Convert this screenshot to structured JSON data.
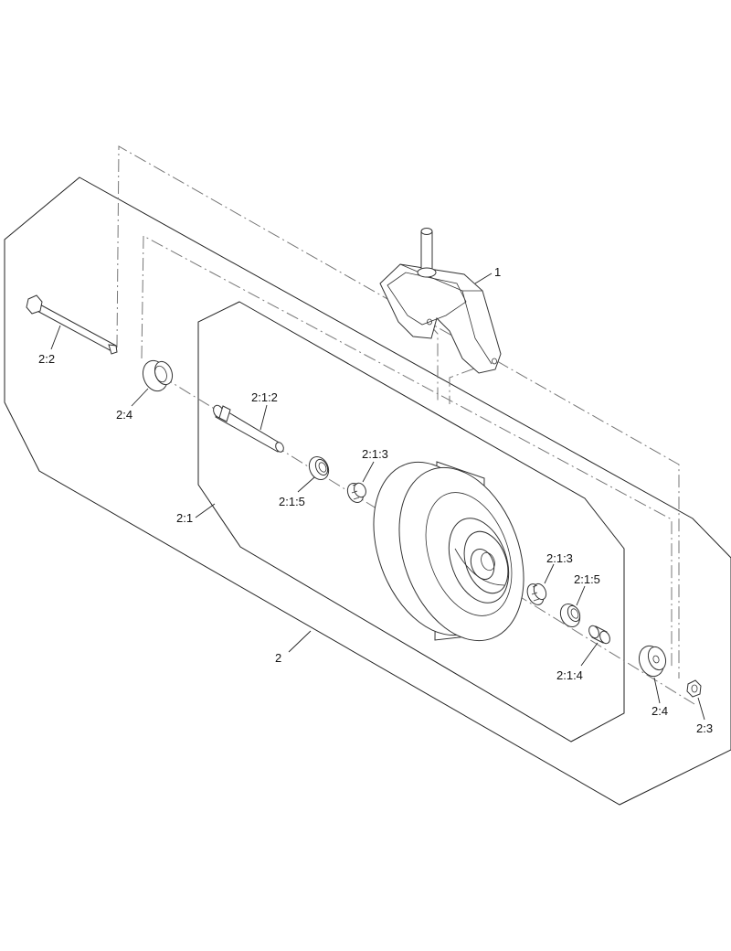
{
  "callouts": {
    "caster_fork": "1",
    "wheel_assembly": "2",
    "wheel": "2:1",
    "axle_sleeve": "2:1:2",
    "bearing_cone_left": "2:1:3",
    "bearing_cone_right": "2:1:3",
    "spacer": "2:1:4",
    "bearing_cup_left": "2:1:5",
    "bearing_cup_right": "2:1:5",
    "axle_bolt": "2:2",
    "nut": "2:3",
    "seal_left": "2:4",
    "seal_right": "2:4"
  }
}
